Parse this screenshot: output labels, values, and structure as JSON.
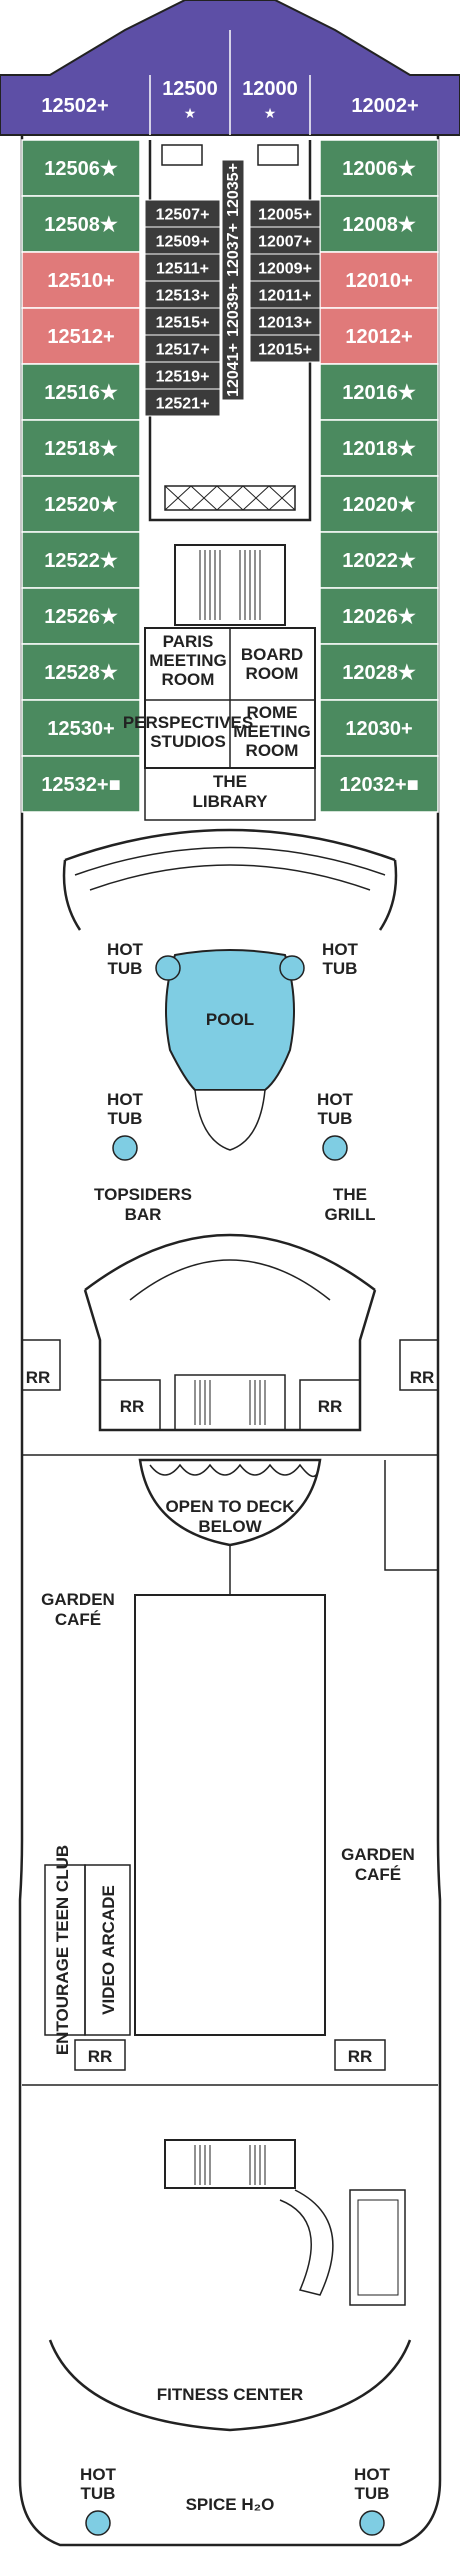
{
  "colors": {
    "suite": "#5d4fa6",
    "balcony": "#4b8a5f",
    "accessible": "#e07a7a",
    "interior": "#3b3b3b",
    "pool": "#7fcde3",
    "hull": "#222222"
  },
  "forward_suites": {
    "port": "12502+",
    "center_port": "12500",
    "center_starboard": "12000",
    "starboard": "12002+"
  },
  "port_cabins": [
    "12506★",
    "12508★",
    "12510+",
    "12512+",
    "12516★",
    "12518★",
    "12520★",
    "12522★",
    "12526★",
    "12528★",
    "12530+",
    "12532+■"
  ],
  "port_cabin_types": [
    "balcony",
    "balcony",
    "accessible",
    "accessible",
    "balcony",
    "balcony",
    "balcony",
    "balcony",
    "balcony",
    "balcony",
    "balcony",
    "balcony"
  ],
  "starboard_cabins": [
    "12006★",
    "12008★",
    "12010+",
    "12012+",
    "12016★",
    "12018★",
    "12020★",
    "12022★",
    "12026★",
    "12028★",
    "12030+",
    "12032+■"
  ],
  "starboard_cabin_types": [
    "balcony",
    "balcony",
    "accessible",
    "accessible",
    "balcony",
    "balcony",
    "balcony",
    "balcony",
    "balcony",
    "balcony",
    "balcony",
    "balcony"
  ],
  "inner_left_cabins": [
    "12507+",
    "12509+",
    "12511+",
    "12513+",
    "12515+",
    "12517+",
    "12519+",
    "12521+"
  ],
  "inner_right_cabins": [
    "12005+",
    "12007+",
    "12009+",
    "12011+",
    "12013+",
    "12015+"
  ],
  "vertical_cabins": [
    "12035+",
    "12037+",
    "12039+",
    "12041+"
  ],
  "venues": {
    "paris_meeting_room": [
      "PARIS",
      "MEETING",
      "ROOM"
    ],
    "board_room": [
      "BOARD",
      "ROOM"
    ],
    "perspectives_studios": [
      "PERSPECTIVES",
      "STUDIOS"
    ],
    "rome_meeting_room": [
      "ROME",
      "MEETING",
      "ROOM"
    ],
    "library": [
      "THE",
      "LIBRARY"
    ],
    "pool": "POOL",
    "hot_tub_lines": [
      "HOT",
      "TUB"
    ],
    "topsiders_bar": [
      "TOPSIDERS",
      "BAR"
    ],
    "the_grill": [
      "THE",
      "GRILL"
    ],
    "open_to_deck_below": [
      "OPEN TO DECK",
      "BELOW"
    ],
    "garden_cafe_port": [
      "GARDEN",
      "CAFÉ"
    ],
    "garden_cafe_starboard": [
      "GARDEN",
      "CAFÉ"
    ],
    "entourage_teen_club": "ENTOURAGE TEEN CLUB",
    "video_arcade": "VIDEO ARCADE",
    "fitness_center": "FITNESS CENTER",
    "spice_h2o": "SPICE H₂O",
    "restroom": "RR"
  }
}
